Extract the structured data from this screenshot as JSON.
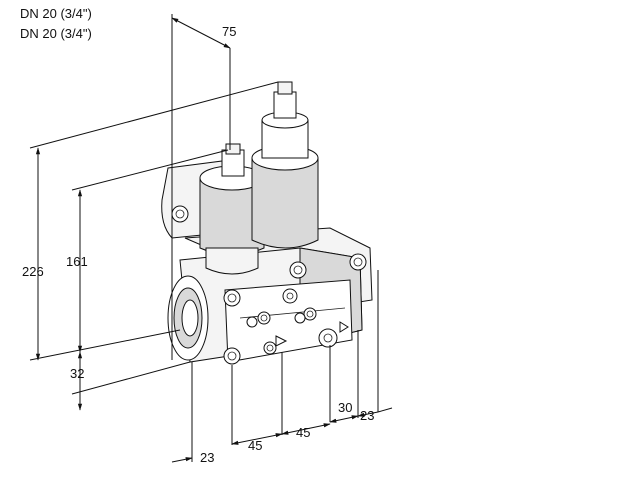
{
  "header": {
    "line1": "DN 20 (3/4\")",
    "line2": "DN 20 (3/4\")"
  },
  "dimensions": {
    "top_width": "75",
    "overall_height": "226",
    "height_to_face": "161",
    "base_offset": "32",
    "left_offset": "23",
    "pitch_1": "45",
    "pitch_2": "45",
    "right_1": "30",
    "right_2": "23"
  }
}
